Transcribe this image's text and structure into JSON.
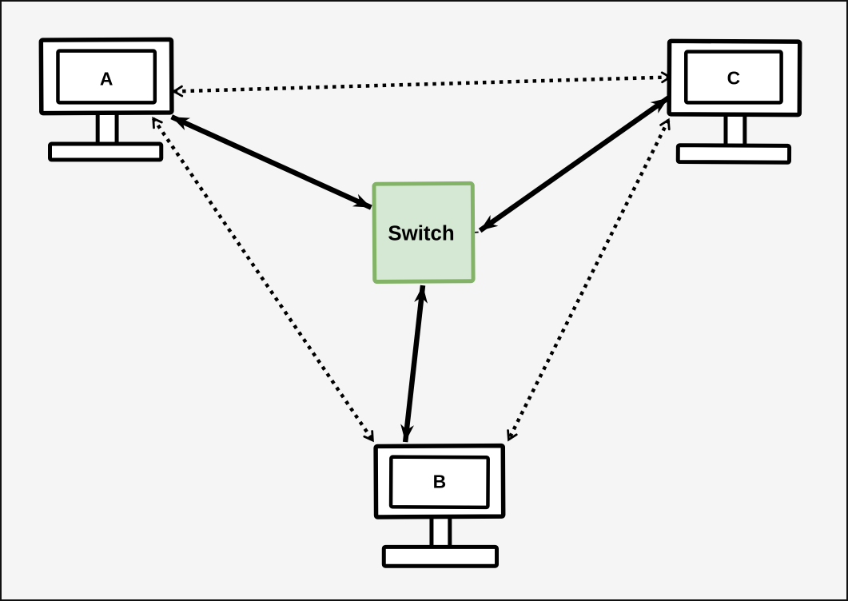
{
  "canvas": {
    "background": "#f5f5f5",
    "border_color": "#111111",
    "line_color": "#000000"
  },
  "nodes": {
    "a": {
      "label": "A",
      "type": "computer-monitor"
    },
    "b": {
      "label": "B",
      "type": "computer-monitor"
    },
    "c": {
      "label": "C",
      "type": "computer-monitor"
    },
    "switch": {
      "label": "Switch",
      "type": "box",
      "fill": "#d5e8d4",
      "stroke": "#82b366"
    }
  },
  "edges": [
    {
      "from": "A",
      "to": "Switch",
      "line": "solid",
      "arrows": "both"
    },
    {
      "from": "C",
      "to": "Switch",
      "line": "solid",
      "arrows": "both"
    },
    {
      "from": "B",
      "to": "Switch",
      "line": "solid",
      "arrows": "both"
    },
    {
      "from": "A",
      "to": "C",
      "line": "dotted",
      "arrows": "both"
    },
    {
      "from": "A",
      "to": "B",
      "line": "dotted",
      "arrows": "both"
    },
    {
      "from": "C",
      "to": "B",
      "line": "dotted",
      "arrows": "both"
    }
  ]
}
